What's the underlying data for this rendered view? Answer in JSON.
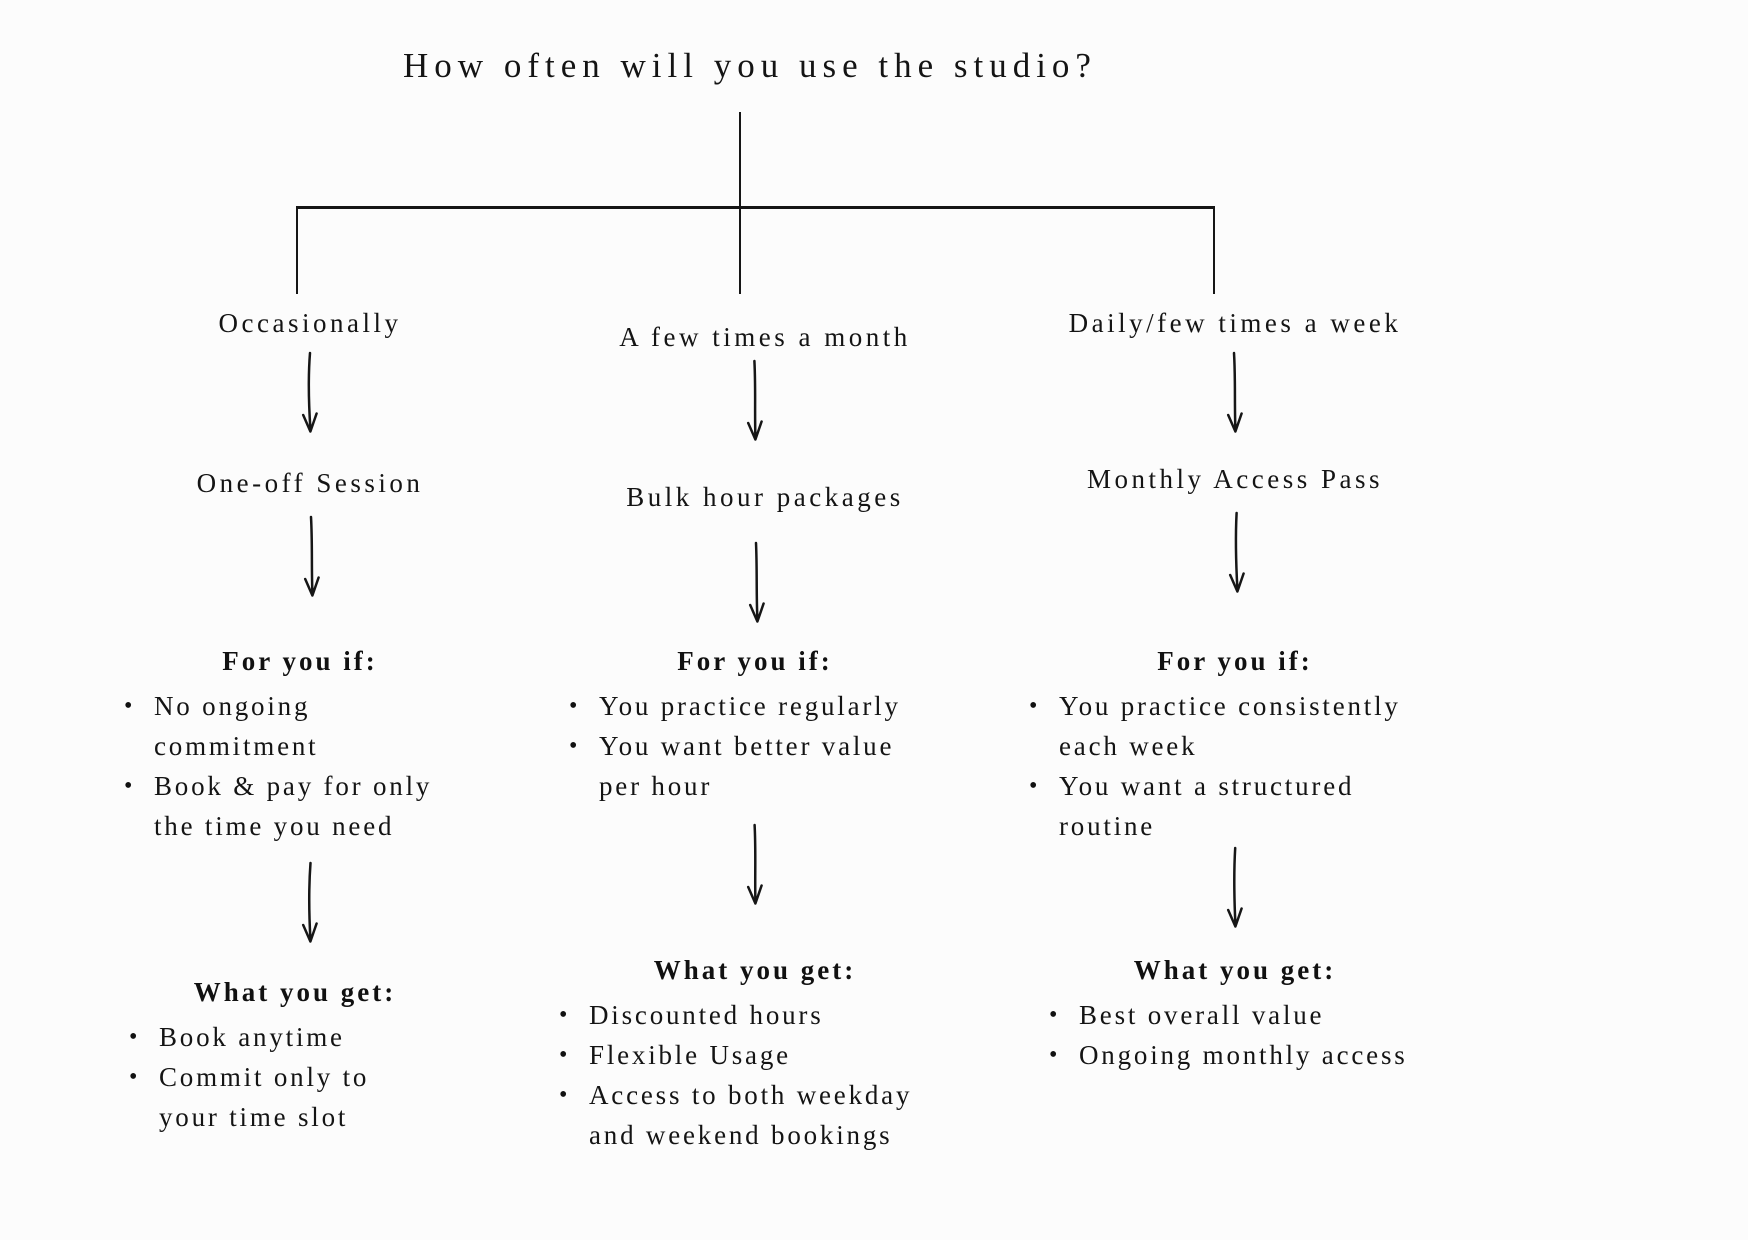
{
  "page": {
    "background": "#fcfcfc",
    "ink": "#161616"
  },
  "title": "How often will you use the studio?",
  "columns": [
    {
      "branch_label": "Occasionally",
      "option_label": "One-off Session",
      "for_you_if": {
        "heading": "For you if:",
        "items": [
          "No ongoing\ncommitment",
          "Book & pay for only\nthe time you need"
        ]
      },
      "what_you_get": {
        "heading": "What you get:",
        "items": [
          "Book anytime",
          "Commit only to\nyour time slot"
        ]
      }
    },
    {
      "branch_label": "A few times a month",
      "option_label": "Bulk hour packages",
      "for_you_if": {
        "heading": "For you if:",
        "items": [
          "You practice regularly",
          "You want better value\nper hour"
        ]
      },
      "what_you_get": {
        "heading": "What you get:",
        "items": [
          "Discounted hours",
          "Flexible Usage",
          "Access to both weekday\nand weekend bookings"
        ]
      }
    },
    {
      "branch_label": "Daily/few times a week",
      "option_label": "Monthly Access Pass",
      "for_you_if": {
        "heading": "For you if:",
        "items": [
          "You practice consistently\neach week",
          "You want a structured\nroutine"
        ]
      },
      "what_you_get": {
        "heading": "What you get:",
        "items": [
          "Best overall value",
          "Ongoing monthly access"
        ]
      }
    }
  ]
}
